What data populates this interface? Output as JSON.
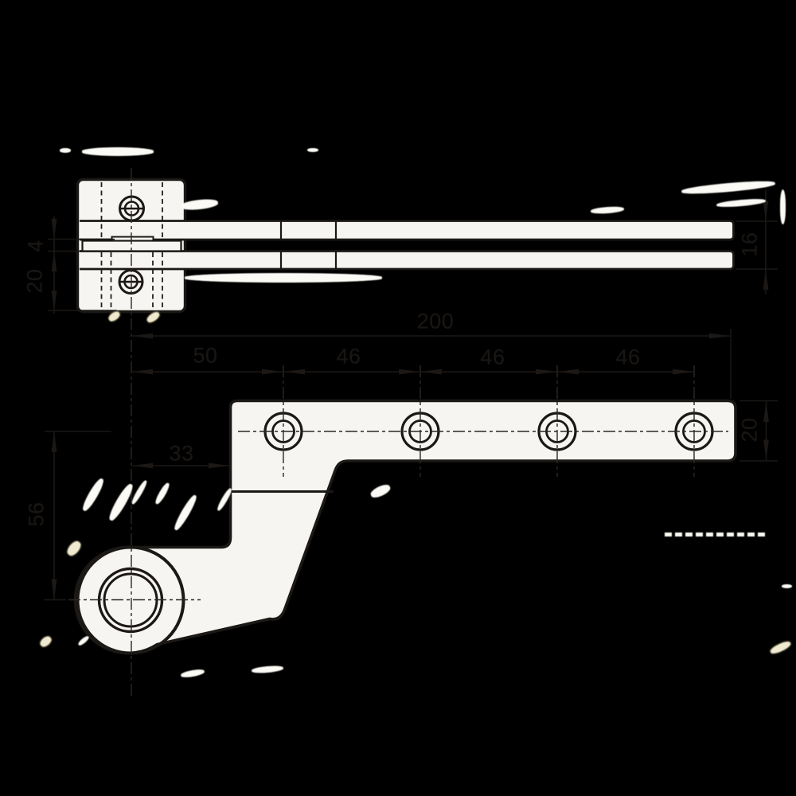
{
  "canvas": {
    "background": "#000000",
    "paper_color": "#f6f5f2",
    "ink_color": "#1b1815"
  },
  "drawing": {
    "type": "engineering-drawing",
    "subject": "flag hinge: knuckle block with two slotted screws and leaf arm with four counterbored holes and pivot hub",
    "views": [
      {
        "id": "top-view",
        "label": "hinge edge view with screw block and stacked leaves"
      },
      {
        "id": "side-view",
        "label": "leaf side view with hole row and pivot hub"
      }
    ],
    "dimensions": {
      "leaf_gap": "4",
      "block_depth": "20",
      "stack_height": "16",
      "overall_length": "200",
      "first_hole_spacing": "50",
      "hole_pitch_1": "46",
      "hole_pitch_2": "46",
      "hole_pitch_3": "46",
      "edge_to_pivot": "33",
      "pivot_drop": "56",
      "arm_width": "20"
    }
  }
}
